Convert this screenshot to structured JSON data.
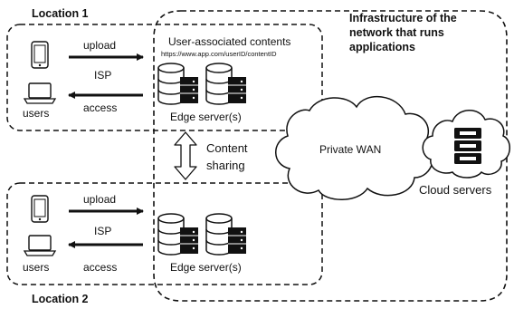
{
  "locations": [
    {
      "label": "Location 1",
      "upload": "upload",
      "isp": "ISP",
      "access": "access",
      "users": "users",
      "contents_title": "User-associated contents",
      "contents_url": "https://www.app.com/userID/contentID",
      "edge": "Edge server(s)"
    },
    {
      "label": "Location 2",
      "upload": "upload",
      "isp": "ISP",
      "access": "access",
      "users": "users",
      "edge": "Edge server(s)"
    }
  ],
  "infrastructure": {
    "lines": [
      "Infrastructure of the",
      "network that runs",
      "applications"
    ]
  },
  "content_sharing": {
    "lines": [
      "Content",
      "sharing"
    ]
  },
  "private_wan": "Private WAN",
  "cloud_servers": "Cloud servers",
  "icons": [
    "tablet-icon",
    "laptop-icon",
    "database-icon",
    "server-icon",
    "cloud-icon",
    "server-rack-icon"
  ],
  "colors": {
    "stroke": "#111111",
    "background": "#ffffff"
  }
}
